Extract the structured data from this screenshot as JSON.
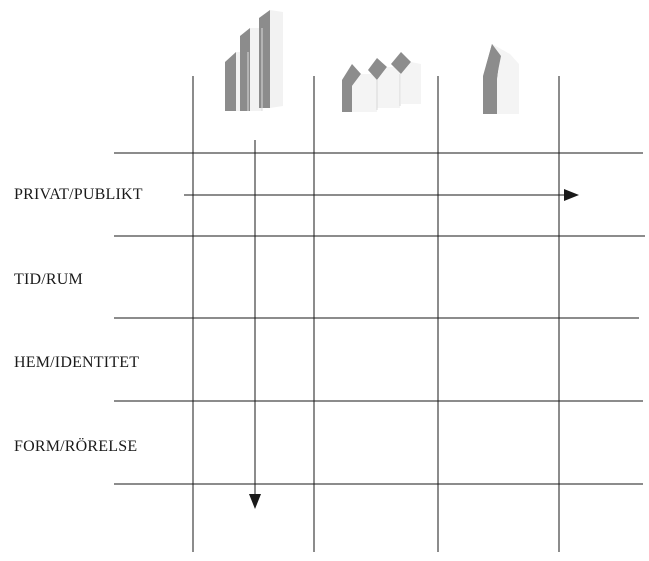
{
  "rows": [
    {
      "id": "privat-publikt",
      "label": "PRIVAT/PUBLIKT"
    },
    {
      "id": "tid-rum",
      "label": "TID/RUM"
    },
    {
      "id": "hem-identitet",
      "label": "HEM/IDENTITET"
    },
    {
      "id": "form-rorelse",
      "label": "FORM/RÖRELSE"
    }
  ],
  "columns": [
    {
      "id": "tall-buildings",
      "icon": "tall-buildings-icon"
    },
    {
      "id": "row-houses",
      "icon": "row-houses-icon"
    },
    {
      "id": "single-house",
      "icon": "single-house-icon"
    }
  ],
  "arrows": [
    {
      "id": "horizontal-arrow",
      "direction": "right"
    },
    {
      "id": "vertical-arrow",
      "direction": "down"
    }
  ],
  "colors": {
    "line": "#1a1a1a",
    "building_shade": "#8c8c8c",
    "building_light": "#f2f2f2",
    "building_edge": "#d9d9d9"
  }
}
